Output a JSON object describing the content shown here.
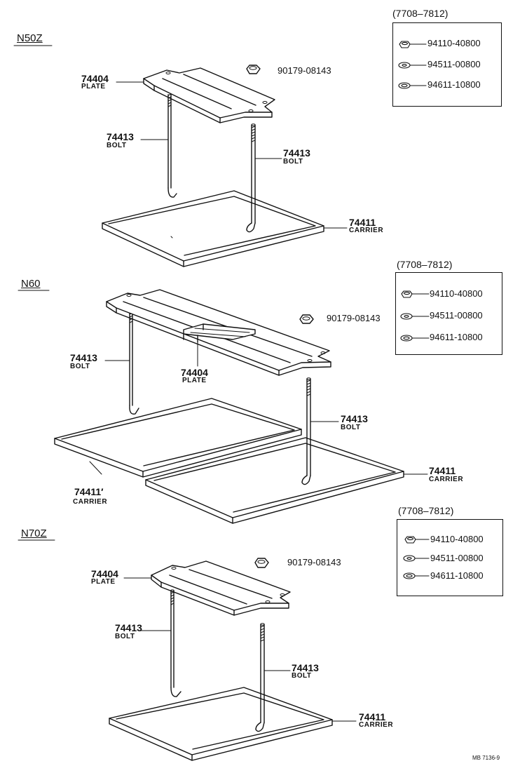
{
  "sections": [
    {
      "name": "N50Z",
      "range": "(7708–7812)",
      "hardware": [
        "94110-40800",
        "94511-00800",
        "94611-10800"
      ],
      "nut": "90179-08143",
      "plate": {
        "number": "74404",
        "name": "PLATE"
      },
      "bolt_left": {
        "number": "74413",
        "name": "BOLT"
      },
      "bolt_right": {
        "number": "74413",
        "name": "BOLT"
      },
      "carrier": {
        "number": "74411",
        "name": "CARRIER"
      }
    },
    {
      "name": "N60",
      "range": "(7708–7812)",
      "hardware": [
        "94110-40800",
        "94511-00800",
        "94611-10800"
      ],
      "nut": "90179-08143",
      "plate": {
        "number": "74404",
        "name": "PLATE"
      },
      "bolt_left": {
        "number": "74413",
        "name": "BOLT"
      },
      "bolt_right": {
        "number": "74413",
        "name": "BOLT"
      },
      "carrier": {
        "number": "74411",
        "name": "CARRIER"
      },
      "carrier_alt": {
        "number": "74411′",
        "name": "CARRIER"
      }
    },
    {
      "name": "N70Z",
      "range": "(7708–7812)",
      "hardware": [
        "94110-40800",
        "94511-00800",
        "94611-10800"
      ],
      "nut": "90179-08143",
      "plate": {
        "number": "74404",
        "name": "PLATE"
      },
      "bolt_left": {
        "number": "74413",
        "name": "BOLT"
      },
      "bolt_right": {
        "number": "74413",
        "name": "BOLT"
      },
      "carrier": {
        "number": "74411",
        "name": "CARRIER"
      }
    }
  ],
  "reference": "MB 7136-9"
}
